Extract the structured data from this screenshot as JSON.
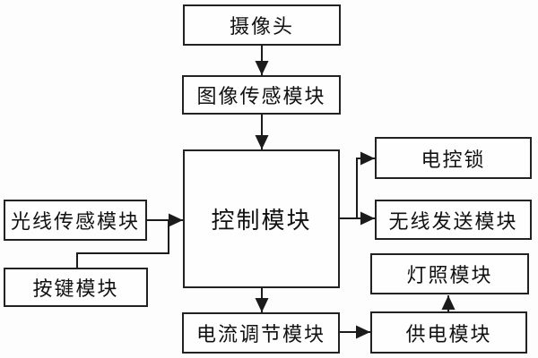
{
  "diagram": {
    "type": "block-diagram",
    "background_color": "#fdfdfd",
    "line_color": "#1b1b1b",
    "box_border_color": "#222222",
    "box_fill_color": "#fefefe",
    "text_color": "#111111",
    "nodes": {
      "camera": {
        "label": "摄像头"
      },
      "image_sensor": {
        "label": "图像传感模块"
      },
      "control": {
        "label": "控制模块"
      },
      "light_sensor": {
        "label": "光线传感模块"
      },
      "button": {
        "label": "按键模块"
      },
      "electric_lock": {
        "label": "电控锁"
      },
      "wireless": {
        "label": "无线发送模块"
      },
      "lighting": {
        "label": "灯照模块"
      },
      "power": {
        "label": "供电模块"
      },
      "current_regulator": {
        "label": "电流调节模块"
      }
    },
    "edges": [
      {
        "from": "摄像头",
        "to": "图像传感模块",
        "arrow": "down"
      },
      {
        "from": "图像传感模块",
        "to": "控制模块",
        "arrow": "down"
      },
      {
        "from": "光线传感模块",
        "to": "控制模块",
        "arrow": "right"
      },
      {
        "from": "按键模块",
        "to": "控制模块",
        "arrow": "right (merges into light-sensor arrow)"
      },
      {
        "from": "控制模块",
        "to": "电控锁",
        "arrow": "right"
      },
      {
        "from": "控制模块",
        "to": "无线发送模块",
        "arrow": "right"
      },
      {
        "from": "控制模块",
        "to": "电流调节模块",
        "arrow": "down"
      },
      {
        "from": "电流调节模块",
        "to": "供电模块",
        "arrow": "right"
      },
      {
        "from": "供电模块",
        "to": "灯照模块",
        "arrow": "up"
      }
    ]
  }
}
